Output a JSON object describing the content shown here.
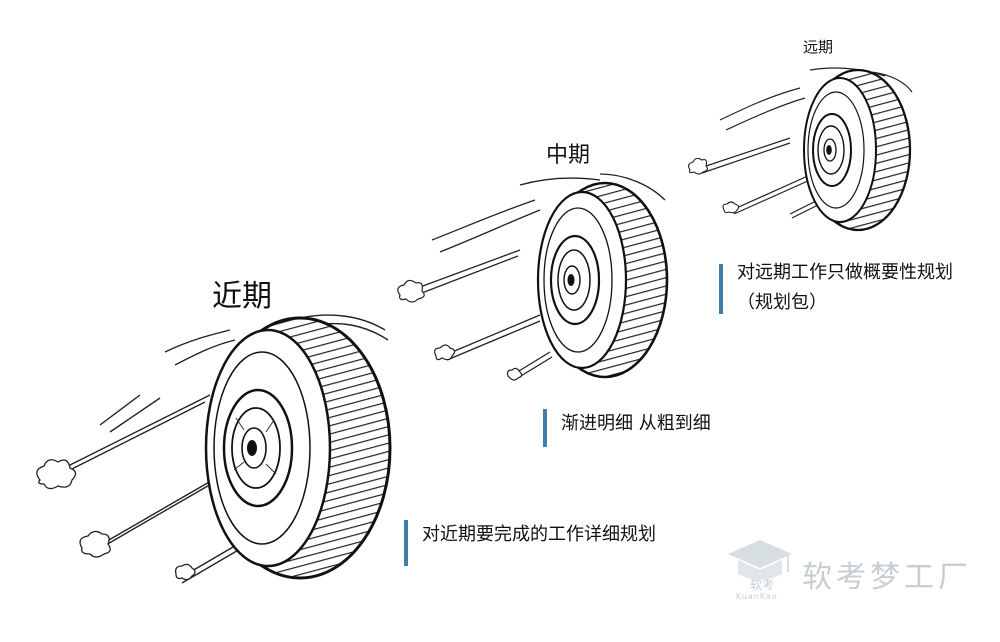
{
  "stages": {
    "near": {
      "label": "近期",
      "note": "对近期要完成的工作详细规划"
    },
    "mid": {
      "label": "中期",
      "note": "渐进明细 从粗到细"
    },
    "far": {
      "label": "远期",
      "note": "对远期工作只做概要性规划（规划包）"
    }
  },
  "colors": {
    "accent_bar": "#3d7fa8",
    "ink": "#111111",
    "watermark": "#9aa6b0"
  },
  "watermark": {
    "logo_small_text": "软考",
    "logo_tiny_text": "KuanKao",
    "brand_text": "软考梦工厂"
  }
}
